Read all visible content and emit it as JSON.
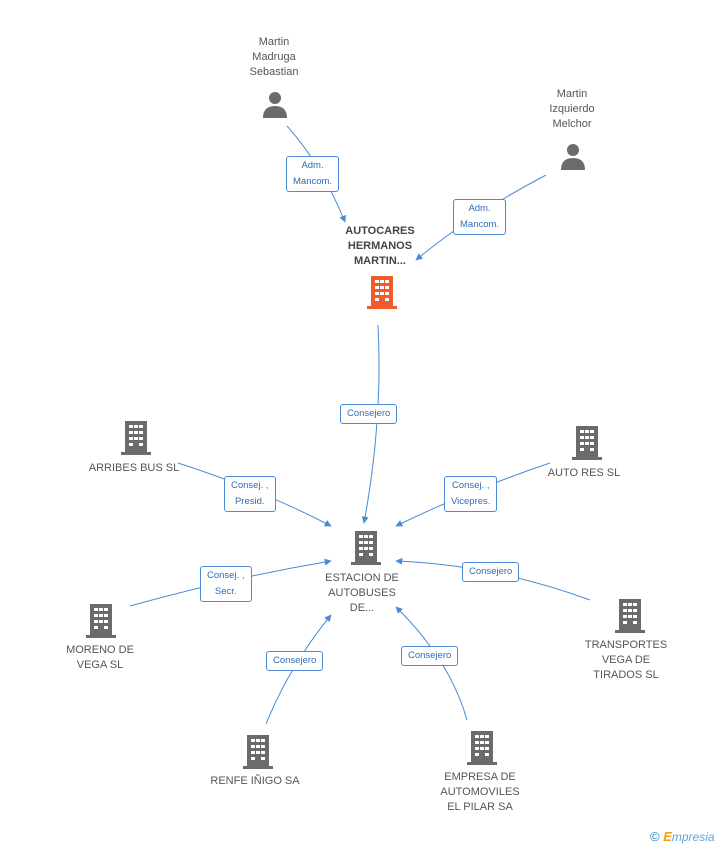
{
  "colors": {
    "edge": "#4a8bd6",
    "person": "#6b6b6b",
    "company": "#6b6b6b",
    "focus_company": "#f15a2b"
  },
  "nodes": [
    {
      "id": "martin-madruga",
      "type": "person",
      "label": "Martin\nMadruga\nSebastian"
    },
    {
      "id": "martin-izquierdo",
      "type": "person",
      "label": "Martin\nIzquierdo\nMelchor"
    },
    {
      "id": "autocares",
      "type": "focus-company",
      "label": "AUTOCARES\nHERMANOS\nMARTIN..."
    },
    {
      "id": "estacion",
      "type": "company",
      "label": "ESTACION DE\nAUTOBUSES\nDE..."
    },
    {
      "id": "arribes",
      "type": "company",
      "label": "ARRIBES BUS SL"
    },
    {
      "id": "auto-res",
      "type": "company",
      "label": "AUTO RES SL"
    },
    {
      "id": "moreno",
      "type": "company",
      "label": "MORENO DE\nVEGA SL"
    },
    {
      "id": "transportes",
      "type": "company",
      "label": "TRANSPORTES\nVEGA DE\nTIRADOS SL"
    },
    {
      "id": "renfe",
      "type": "company",
      "label": "RENFE IÑIGO SA"
    },
    {
      "id": "empresa",
      "type": "company",
      "label": "EMPRESA DE\nAUTOMOVILES\nEL PILAR SA"
    }
  ],
  "edges": [
    {
      "from": "martin-madruga",
      "to": "autocares",
      "label": "Adm.\nMancom."
    },
    {
      "from": "martin-izquierdo",
      "to": "autocares",
      "label": "Adm.\nMancom."
    },
    {
      "from": "autocares",
      "to": "estacion",
      "label": "Consejero"
    },
    {
      "from": "arribes",
      "to": "estacion",
      "label": "Consej. ,\nPresid."
    },
    {
      "from": "auto-res",
      "to": "estacion",
      "label": "Consej. ,\nVicepres."
    },
    {
      "from": "moreno",
      "to": "estacion",
      "label": "Consej. ,\nSecr."
    },
    {
      "from": "transportes",
      "to": "estacion",
      "label": "Consejero"
    },
    {
      "from": "renfe",
      "to": "estacion",
      "label": "Consejero"
    },
    {
      "from": "empresa",
      "to": "estacion",
      "label": "Consejero"
    }
  ],
  "footer": {
    "copyright": "©",
    "brand_initial": "E",
    "brand_rest": "mpresia"
  }
}
